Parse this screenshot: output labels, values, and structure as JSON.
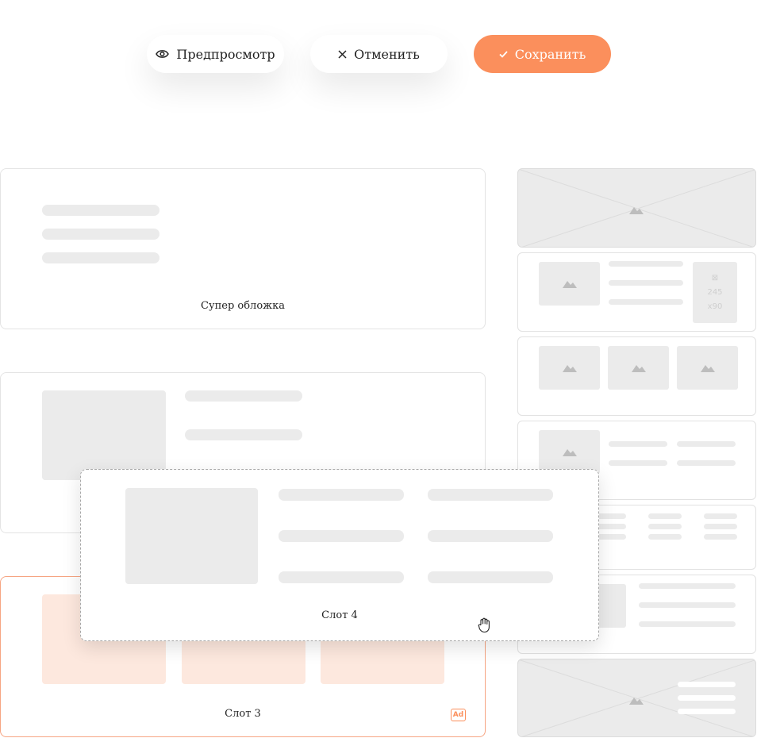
{
  "toolbar": {
    "preview_label": "Предпросмотр",
    "cancel_label": "Отменить",
    "save_label": "Сохранить"
  },
  "colors": {
    "accent": "#fb8f5c",
    "accent_light": "#fde8de",
    "placeholder": "#ebebeb",
    "border": "#e4e4e4"
  },
  "slots": {
    "super_cover": {
      "label": "Супер обложка"
    },
    "slot3": {
      "label": "Слот 3",
      "ad_badge": "Ad"
    },
    "slot4": {
      "label": "Слот 4"
    }
  },
  "sidebar": {
    "banner_size_label": "245 x90"
  },
  "icons": {
    "preview": "eye-icon",
    "cancel": "close-icon",
    "save": "check-icon",
    "ad": "ad-badge-icon",
    "image": "image-placeholder-icon",
    "cursor": "grab-hand-icon"
  }
}
